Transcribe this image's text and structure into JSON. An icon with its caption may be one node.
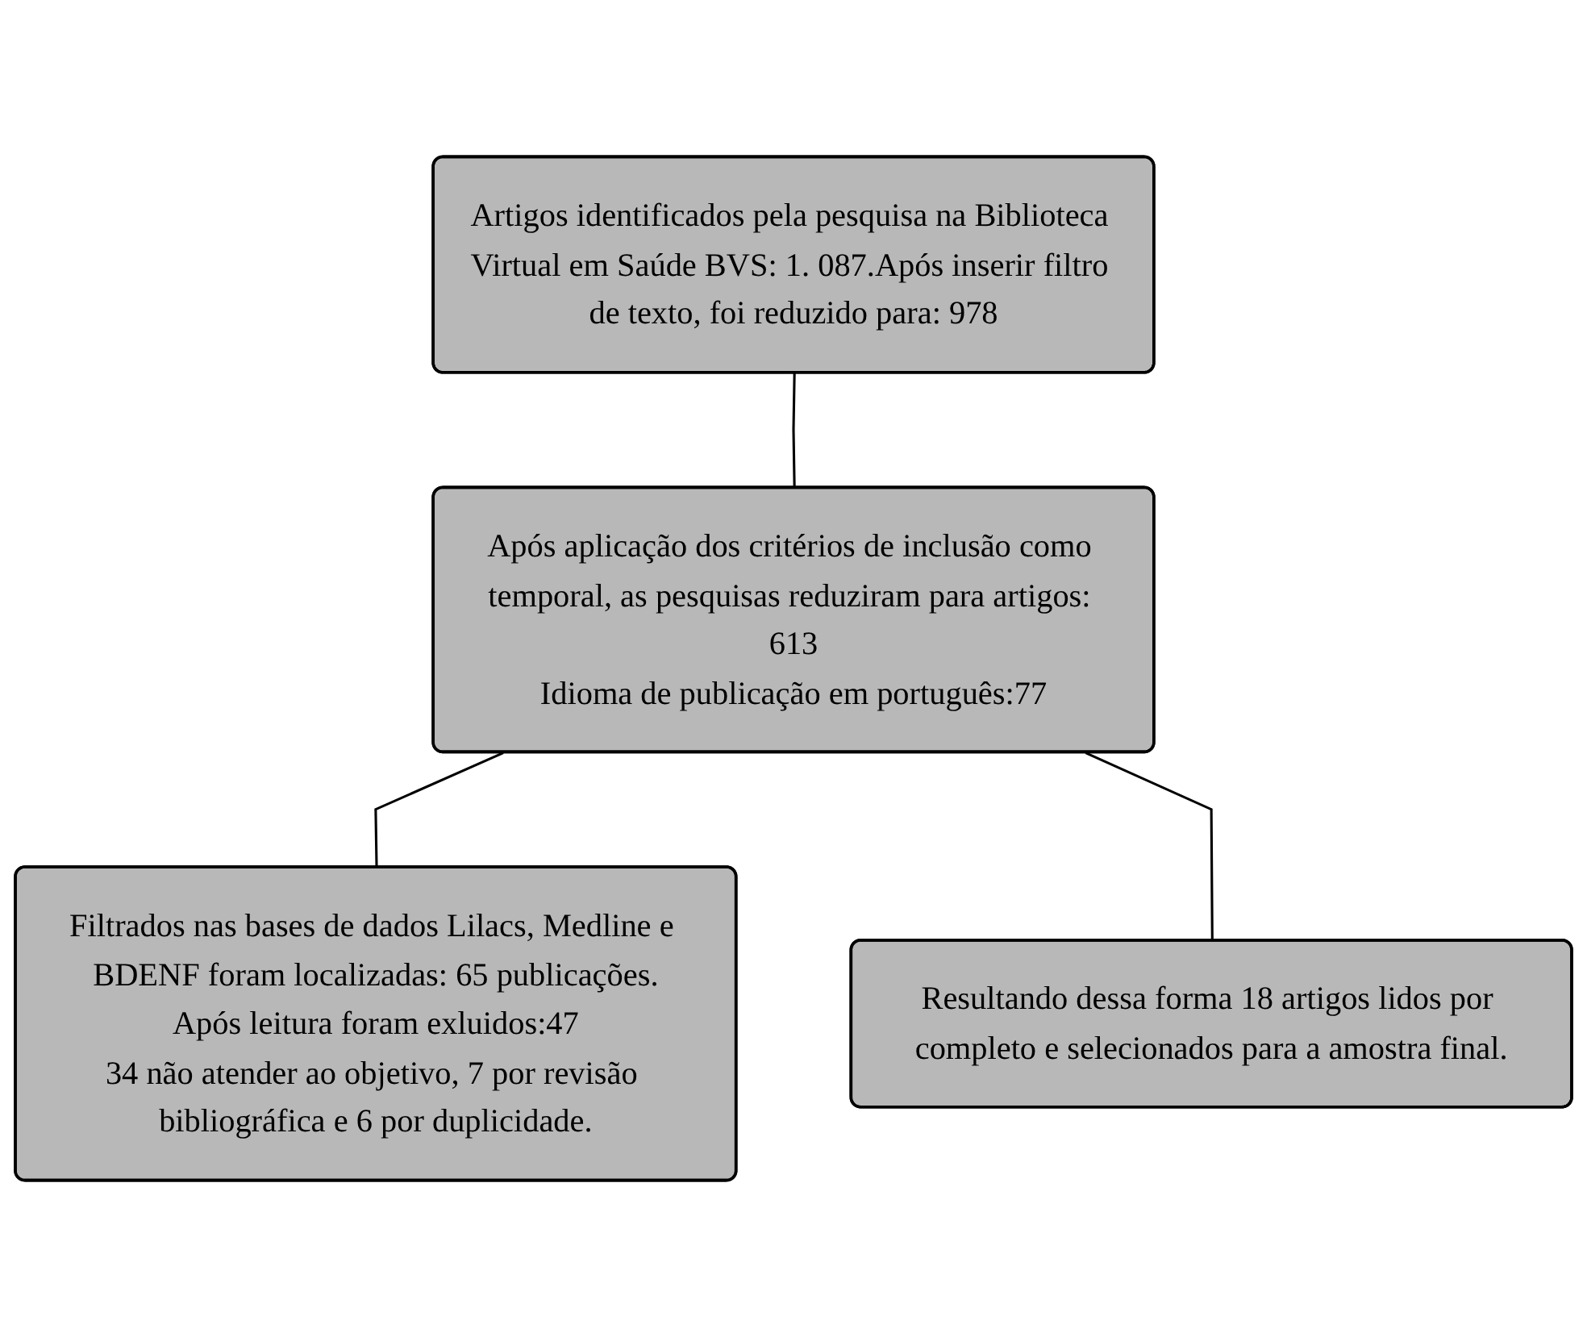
{
  "diagram": {
    "nodes": [
      {
        "text": [
          "Artigos identificados pela pesquisa na Biblioteca Virtual em Saúde BVS: 1. 087.Após inserir filtro de texto, foi reduzido para: 978"
        ]
      },
      {
        "text": [
          "Após aplicação dos critérios de inclusão como temporal, as pesquisas reduziram para artigos: 613",
          "Idioma de publicação em português:77"
        ]
      },
      {
        "text": [
          "Filtrados nas bases de dados Lilacs, Medline e BDENF foram localizadas: 65 publicações.",
          "Após leitura foram exluidos:47",
          "34 não atender ao objetivo, 7 por revisão bibliográfica e 6 por duplicidade."
        ]
      },
      {
        "text": [
          "Resultando dessa forma 18 artigos lidos por completo e selecionados para a amostra final."
        ]
      }
    ],
    "edges": [
      {
        "from": 0,
        "to": 1,
        "arrow": "none"
      },
      {
        "from": 1,
        "to": 2,
        "arrow": "none"
      },
      {
        "from": 1,
        "to": 3,
        "arrow": "none"
      }
    ]
  }
}
